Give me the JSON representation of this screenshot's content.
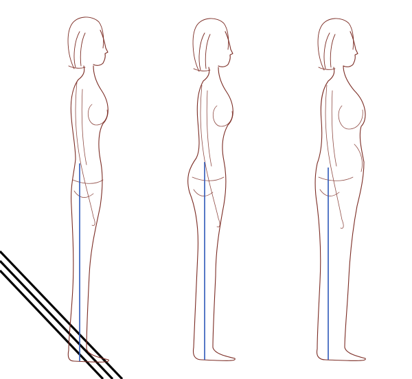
{
  "illustration": {
    "figures": [
      {
        "id": "figure-1",
        "posture": "sway-back"
      },
      {
        "id": "figure-2",
        "posture": "arched"
      },
      {
        "id": "figure-3",
        "posture": "upright"
      }
    ],
    "colors": {
      "outline": "#7a2a22",
      "plumb_line": "#2b56b8",
      "floor_stripes": "#000000",
      "background": "#ffffff"
    }
  }
}
